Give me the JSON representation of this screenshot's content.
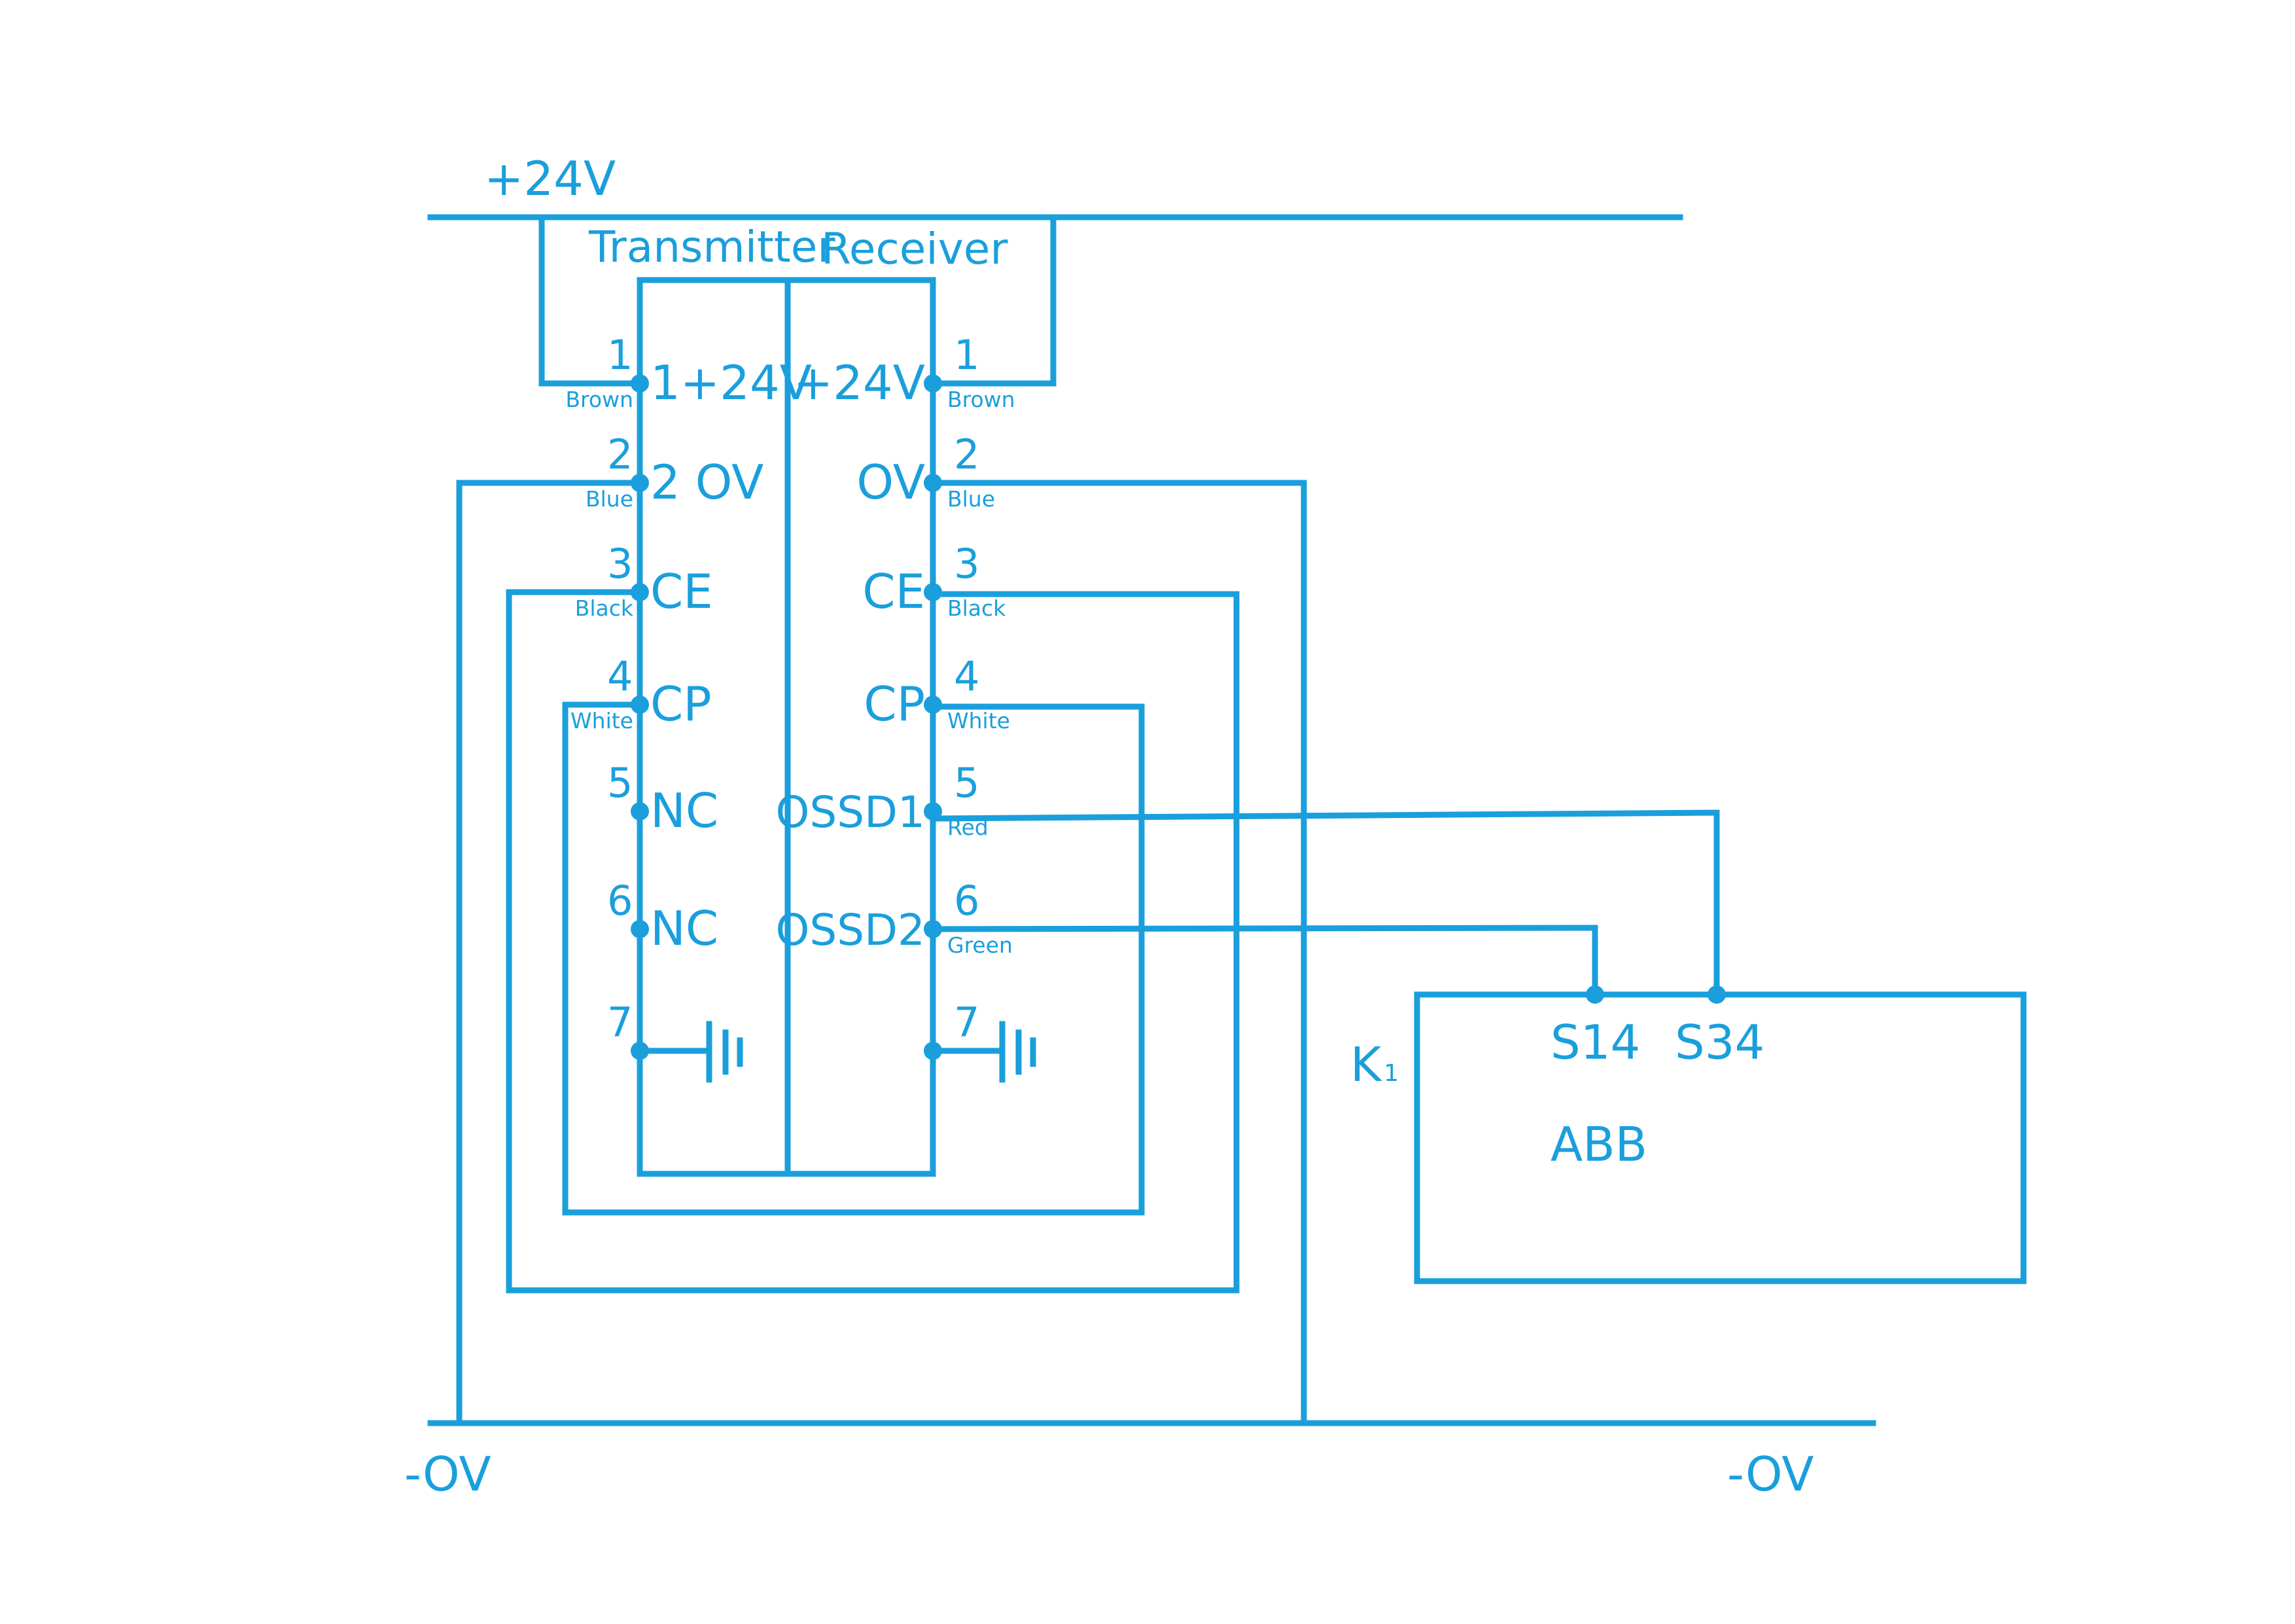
{
  "rails": {
    "top": "+24V",
    "bottom_left": "-OV",
    "bottom_right": "-OV"
  },
  "transmitter": {
    "title": "Transmitter",
    "pins": [
      {
        "num": "1",
        "color": "Brown",
        "label": "1+24V"
      },
      {
        "num": "2",
        "color": "Blue",
        "label": "2  OV"
      },
      {
        "num": "3",
        "color": "Black",
        "label": "CE"
      },
      {
        "num": "4",
        "color": "White",
        "label": "CP"
      },
      {
        "num": "5",
        "color": "",
        "label": "NC"
      },
      {
        "num": "6",
        "color": "",
        "label": "NC"
      },
      {
        "num": "7",
        "color": "",
        "label": ""
      }
    ]
  },
  "receiver": {
    "title": "Receiver",
    "pins": [
      {
        "num": "1",
        "color": "Brown",
        "label": "+24V"
      },
      {
        "num": "2",
        "color": "Blue",
        "label": "OV"
      },
      {
        "num": "3",
        "color": "Black",
        "label": "CE"
      },
      {
        "num": "4",
        "color": "White",
        "label": "CP"
      },
      {
        "num": "5",
        "color": "Red",
        "label": "OSSD1"
      },
      {
        "num": "6",
        "color": "Green",
        "label": "OSSD2"
      },
      {
        "num": "7",
        "color": "",
        "label": ""
      }
    ]
  },
  "relay": {
    "tag": "K",
    "tag_sub": "1",
    "terminal_a": "S14",
    "terminal_b": "S34",
    "maker": "ABB"
  },
  "colors": {
    "line": "#1a9fdc",
    "background": "#ffffff"
  }
}
